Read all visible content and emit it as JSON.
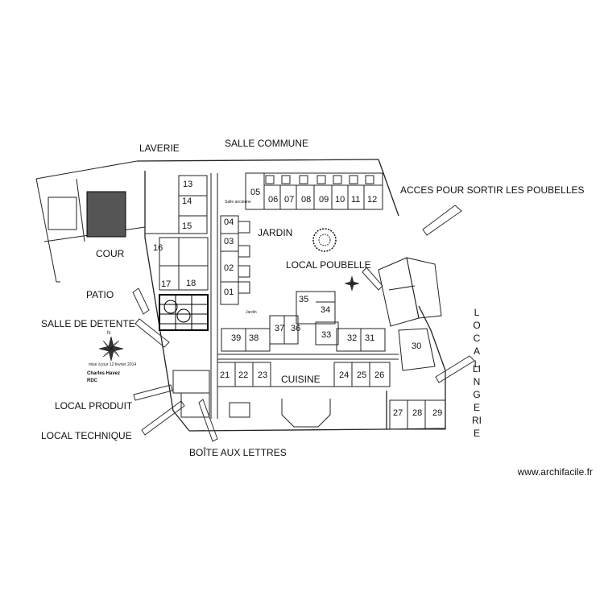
{
  "labels": {
    "laverie": "LAVERIE",
    "salle_commune": "SALLE COMMUNE",
    "acces": "ACCES  POUR SORTIR LES POUBELLES",
    "jardin": "JARDIN",
    "cour": "COUR",
    "local_poubelle": "LOCAL POUBELLE",
    "patio": "PATIO",
    "salle_detente": "SALLE DE DETENTE",
    "local_produit": "LOCAL PRODUIT",
    "local_technique": "LOCAL  TECHNIQUE",
    "boite_lettres": "BOÎTE AUX LETTRES",
    "cuisine": "CUISINE",
    "local": "LOCAL",
    "lingerie": "LINGERIE"
  },
  "title_block": {
    "date": "mise à jour 12 fevrier 2014",
    "author": "Charles Havez",
    "level": "RDC",
    "compass_n": "N"
  },
  "small_labels": {
    "salle_ancienne": "Salle ancienne",
    "jardin_small": "Jardin"
  },
  "rooms": [
    "01",
    "02",
    "03",
    "04",
    "05",
    "06",
    "07",
    "08",
    "09",
    "10",
    "11",
    "12",
    "13",
    "14",
    "15",
    "16",
    "17",
    "18",
    "21",
    "22",
    "23",
    "24",
    "25",
    "26",
    "27",
    "28",
    "29",
    "30",
    "31",
    "32",
    "33",
    "34",
    "35",
    "36",
    "37",
    "38",
    "39"
  ],
  "footer": "www.archifacile.fr"
}
